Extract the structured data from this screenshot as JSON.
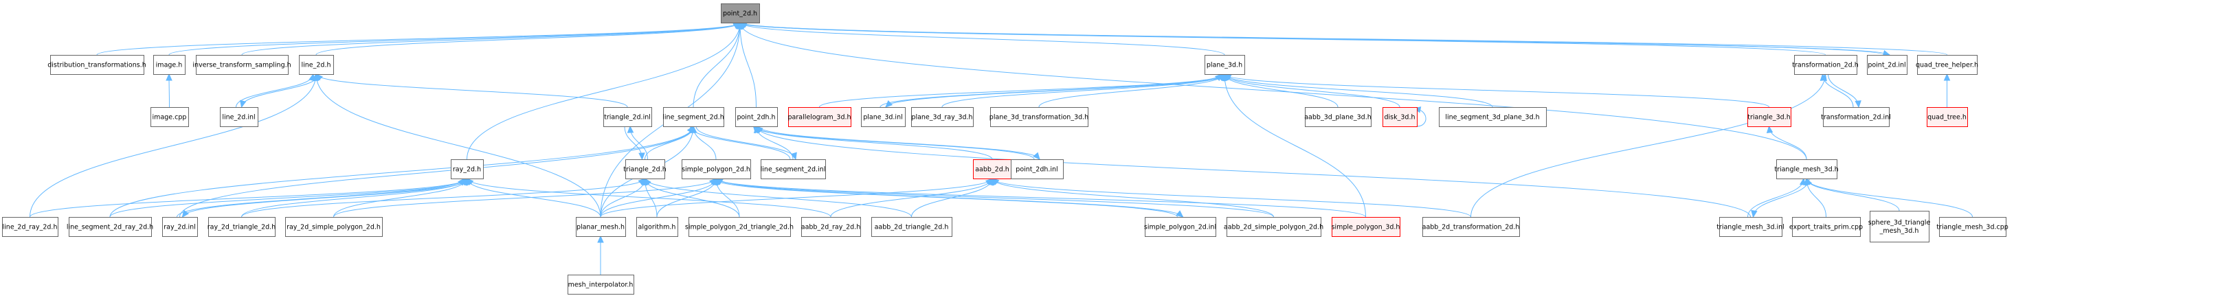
{
  "diagram": {
    "title": "point_2d.h include dependency graph",
    "colors": {
      "edge": "#63b8ff",
      "root_fill": "#999999",
      "node_fill": "#ffffff",
      "node_border": "#666666",
      "missing_fill": "#fff0f0",
      "missing_border": "#ff0000"
    },
    "nodes": [
      {
        "id": "point_2d_h",
        "label": "point_2d.h",
        "kind": "root"
      },
      {
        "id": "distribution_transformations_h",
        "label": "distribution_transformations.h",
        "kind": "normal"
      },
      {
        "id": "image_h",
        "label": "image.h",
        "kind": "normal"
      },
      {
        "id": "inverse_transform_sampling_h",
        "label": "inverse_transform_sampling.h",
        "kind": "normal"
      },
      {
        "id": "line_2d_h",
        "label": "line_2d.h",
        "kind": "normal"
      },
      {
        "id": "plane_3d_h",
        "label": "plane_3d.h",
        "kind": "normal"
      },
      {
        "id": "transformation_2d_h",
        "label": "transformation_2d.h",
        "kind": "normal"
      },
      {
        "id": "point_2d_inl",
        "label": "point_2d.inl",
        "kind": "normal"
      },
      {
        "id": "quad_tree_helper_h",
        "label": "quad_tree_helper.h",
        "kind": "normal"
      },
      {
        "id": "image_cpp",
        "label": "image.cpp",
        "kind": "normal"
      },
      {
        "id": "line_2d_inl",
        "label": "line_2d.inl",
        "kind": "normal"
      },
      {
        "id": "triangle_2d_inl",
        "label": "triangle_2d.inl",
        "kind": "normal"
      },
      {
        "id": "line_segment_2d_h",
        "label": "line_segment_2d.h",
        "kind": "normal"
      },
      {
        "id": "point_2dh_h",
        "label": "point_2dh.h",
        "kind": "normal"
      },
      {
        "id": "parallelogram_3d_h",
        "label": "parallelogram_3d.h",
        "kind": "missing"
      },
      {
        "id": "plane_3d_inl",
        "label": "plane_3d.inl",
        "kind": "normal"
      },
      {
        "id": "plane_3d_ray_3d_h",
        "label": "plane_3d_ray_3d.h",
        "kind": "normal"
      },
      {
        "id": "plane_3d_transformation_3d_h",
        "label": "plane_3d_transformation_3d.h",
        "kind": "normal"
      },
      {
        "id": "aabb_3d_plane_3d_h",
        "label": "aabb_3d_plane_3d.h",
        "kind": "normal"
      },
      {
        "id": "disk_3d_h",
        "label": "disk_3d.h",
        "kind": "missing"
      },
      {
        "id": "line_segment_3d_plane_3d_h",
        "label": "line_segment_3d_plane_3d.h",
        "kind": "normal"
      },
      {
        "id": "triangle_3d_h",
        "label": "triangle_3d.h",
        "kind": "missing"
      },
      {
        "id": "transformation_2d_inl",
        "label": "transformation_2d.inl",
        "kind": "normal"
      },
      {
        "id": "quad_tree_h",
        "label": "quad_tree.h",
        "kind": "missing"
      },
      {
        "id": "ray_2d_h",
        "label": "ray_2d.h",
        "kind": "normal"
      },
      {
        "id": "triangle_2d_h",
        "label": "triangle_2d.h",
        "kind": "normal"
      },
      {
        "id": "simple_polygon_2d_h",
        "label": "simple_polygon_2d.h",
        "kind": "normal"
      },
      {
        "id": "line_segment_2d_inl",
        "label": "line_segment_2d.inl",
        "kind": "normal"
      },
      {
        "id": "aabb_2d_h",
        "label": "aabb_2d.h",
        "kind": "missing"
      },
      {
        "id": "point_2dh_inl",
        "label": "point_2dh.inl",
        "kind": "normal"
      },
      {
        "id": "triangle_mesh_3d_h",
        "label": "triangle_mesh_3d.h",
        "kind": "normal"
      },
      {
        "id": "line_2d_ray_2d_h",
        "label": "line_2d_ray_2d.h",
        "kind": "normal"
      },
      {
        "id": "line_segment_2d_ray_2d_h",
        "label": "line_segment_2d_ray_2d.h",
        "kind": "normal"
      },
      {
        "id": "ray_2d_inl",
        "label": "ray_2d.inl",
        "kind": "normal"
      },
      {
        "id": "ray_2d_triangle_2d_h",
        "label": "ray_2d_triangle_2d.h",
        "kind": "normal"
      },
      {
        "id": "ray_2d_simple_polygon_2d_h",
        "label": "ray_2d_simple_polygon_2d.h",
        "kind": "normal"
      },
      {
        "id": "planar_mesh_h",
        "label": "planar_mesh.h",
        "kind": "normal"
      },
      {
        "id": "algorithm_h",
        "label": "algorithm.h",
        "kind": "normal"
      },
      {
        "id": "simple_polygon_2d_triangle_2d_h",
        "label": "simple_polygon_2d_triangle_2d.h",
        "kind": "normal"
      },
      {
        "id": "aabb_2d_ray_2d_h",
        "label": "aabb_2d_ray_2d.h",
        "kind": "normal"
      },
      {
        "id": "aabb_2d_triangle_2d_h",
        "label": "aabb_2d_triangle_2d.h",
        "kind": "normal"
      },
      {
        "id": "simple_polygon_2d_inl",
        "label": "simple_polygon_2d.inl",
        "kind": "normal"
      },
      {
        "id": "aabb_2d_simple_polygon_2d_h",
        "label": "aabb_2d_simple_polygon_2d.h",
        "kind": "normal"
      },
      {
        "id": "simple_polygon_3d_h",
        "label": "simple_polygon_3d.h",
        "kind": "missing"
      },
      {
        "id": "aabb_2d_transformation_2d_h",
        "label": "aabb_2d_transformation_2d.h",
        "kind": "normal"
      },
      {
        "id": "triangle_mesh_3d_inl",
        "label": "triangle_mesh_3d.inl",
        "kind": "normal"
      },
      {
        "id": "export_traits_prim_cpp",
        "label": "export_traits_prim.cpp",
        "kind": "normal"
      },
      {
        "id": "sphere_3d_triangle_mesh_3d_h",
        "label": "sphere_3d_triangle\n_mesh_3d.h",
        "kind": "normal"
      },
      {
        "id": "triangle_mesh_3d_cpp",
        "label": "triangle_mesh_3d.cpp",
        "kind": "normal"
      },
      {
        "id": "mesh_interpolator_h",
        "label": "mesh_interpolator.h",
        "kind": "normal"
      }
    ],
    "edges": [
      [
        "distribution_transformations_h",
        "point_2d_h"
      ],
      [
        "image_h",
        "point_2d_h"
      ],
      [
        "inverse_transform_sampling_h",
        "point_2d_h"
      ],
      [
        "line_2d_h",
        "point_2d_h"
      ],
      [
        "ray_2d_h",
        "point_2d_h"
      ],
      [
        "planar_mesh_h",
        "point_2d_h"
      ],
      [
        "line_segment_2d_h",
        "point_2d_h"
      ],
      [
        "point_2dh_h",
        "point_2d_h"
      ],
      [
        "plane_3d_h",
        "point_2d_h"
      ],
      [
        "transformation_2d_h",
        "point_2d_h"
      ],
      [
        "point_2d_inl",
        "point_2d_h"
      ],
      [
        "point_2d_h",
        "point_2d_inl"
      ],
      [
        "quad_tree_helper_h",
        "point_2d_h"
      ],
      [
        "triangle_mesh_3d_h",
        "point_2d_h"
      ],
      [
        "image_cpp",
        "image_h"
      ],
      [
        "line_2d_inl",
        "line_2d_h"
      ],
      [
        "line_2d_h",
        "line_2d_inl"
      ],
      [
        "triangle_2d_inl",
        "line_2d_h"
      ],
      [
        "line_2d_ray_2d_h",
        "line_2d_h"
      ],
      [
        "planar_mesh_h",
        "line_2d_h"
      ],
      [
        "plane_3d_inl",
        "plane_3d_h"
      ],
      [
        "plane_3d_h",
        "plane_3d_inl"
      ],
      [
        "parallelogram_3d_h",
        "plane_3d_h"
      ],
      [
        "plane_3d_ray_3d_h",
        "plane_3d_h"
      ],
      [
        "plane_3d_transformation_3d_h",
        "plane_3d_h"
      ],
      [
        "aabb_3d_plane_3d_h",
        "plane_3d_h"
      ],
      [
        "disk_3d_h",
        "plane_3d_h"
      ],
      [
        "disk_3d_h",
        "disk_3d_h"
      ],
      [
        "line_segment_3d_plane_3d_h",
        "plane_3d_h"
      ],
      [
        "triangle_3d_h",
        "plane_3d_h"
      ],
      [
        "simple_polygon_3d_h",
        "plane_3d_h"
      ],
      [
        "transformation_2d_inl",
        "transformation_2d_h"
      ],
      [
        "transformation_2d_h",
        "transformation_2d_inl"
      ],
      [
        "aabb_2d_transformation_2d_h",
        "transformation_2d_h"
      ],
      [
        "quad_tree_h",
        "quad_tree_helper_h"
      ],
      [
        "triangle_mesh_3d_h",
        "triangle_3d_h"
      ],
      [
        "triangle_2d_h",
        "triangle_2d_inl"
      ],
      [
        "triangle_2d_inl",
        "triangle_2d_h"
      ],
      [
        "triangle_2d_h",
        "line_segment_2d_h"
      ],
      [
        "simple_polygon_2d_h",
        "line_segment_2d_h"
      ],
      [
        "line_segment_2d_inl",
        "line_segment_2d_h"
      ],
      [
        "line_segment_2d_h",
        "line_segment_2d_inl"
      ],
      [
        "planar_mesh_h",
        "line_segment_2d_h"
      ],
      [
        "ray_2d_inl",
        "line_segment_2d_h"
      ],
      [
        "line_segment_2d_ray_2d_h",
        "line_segment_2d_h"
      ],
      [
        "line_segment_2d_inl",
        "point_2dh_h"
      ],
      [
        "aabb_2d_h",
        "point_2dh_h"
      ],
      [
        "point_2dh_inl",
        "point_2dh_h"
      ],
      [
        "point_2dh_h",
        "point_2dh_inl"
      ],
      [
        "triangle_mesh_3d_inl",
        "point_2dh_h"
      ],
      [
        "line_2d_ray_2d_h",
        "ray_2d_h"
      ],
      [
        "line_segment_2d_ray_2d_h",
        "ray_2d_h"
      ],
      [
        "ray_2d_inl",
        "ray_2d_h"
      ],
      [
        "ray_2d_h",
        "ray_2d_inl"
      ],
      [
        "ray_2d_triangle_2d_h",
        "ray_2d_h"
      ],
      [
        "ray_2d_simple_polygon_2d_h",
        "ray_2d_h"
      ],
      [
        "planar_mesh_h",
        "ray_2d_h"
      ],
      [
        "aabb_2d_ray_2d_h",
        "ray_2d_h"
      ],
      [
        "ray_2d_triangle_2d_h",
        "triangle_2d_h"
      ],
      [
        "planar_mesh_h",
        "triangle_2d_h"
      ],
      [
        "algorithm_h",
        "triangle_2d_h"
      ],
      [
        "simple_polygon_2d_triangle_2d_h",
        "triangle_2d_h"
      ],
      [
        "aabb_2d_triangle_2d_h",
        "triangle_2d_h"
      ],
      [
        "ray_2d_simple_polygon_2d_h",
        "simple_polygon_2d_h"
      ],
      [
        "planar_mesh_h",
        "simple_polygon_2d_h"
      ],
      [
        "algorithm_h",
        "simple_polygon_2d_h"
      ],
      [
        "simple_polygon_2d_triangle_2d_h",
        "simple_polygon_2d_h"
      ],
      [
        "simple_polygon_2d_inl",
        "simple_polygon_2d_h"
      ],
      [
        "simple_polygon_2d_h",
        "simple_polygon_2d_inl"
      ],
      [
        "aabb_2d_simple_polygon_2d_h",
        "simple_polygon_2d_h"
      ],
      [
        "simple_polygon_3d_h",
        "simple_polygon_2d_h"
      ],
      [
        "planar_mesh_h",
        "aabb_2d_h"
      ],
      [
        "aabb_2d_ray_2d_h",
        "aabb_2d_h"
      ],
      [
        "aabb_2d_triangle_2d_h",
        "aabb_2d_h"
      ],
      [
        "aabb_2d_simple_polygon_2d_h",
        "aabb_2d_h"
      ],
      [
        "aabb_2d_transformation_2d_h",
        "aabb_2d_h"
      ],
      [
        "triangle_mesh_3d_inl",
        "triangle_mesh_3d_h"
      ],
      [
        "triangle_mesh_3d_h",
        "triangle_mesh_3d_inl"
      ],
      [
        "export_traits_prim_cpp",
        "triangle_mesh_3d_h"
      ],
      [
        "sphere_3d_triangle_mesh_3d_h",
        "triangle_mesh_3d_h"
      ],
      [
        "triangle_mesh_3d_cpp",
        "triangle_mesh_3d_h"
      ],
      [
        "mesh_interpolator_h",
        "planar_mesh_h"
      ]
    ]
  }
}
